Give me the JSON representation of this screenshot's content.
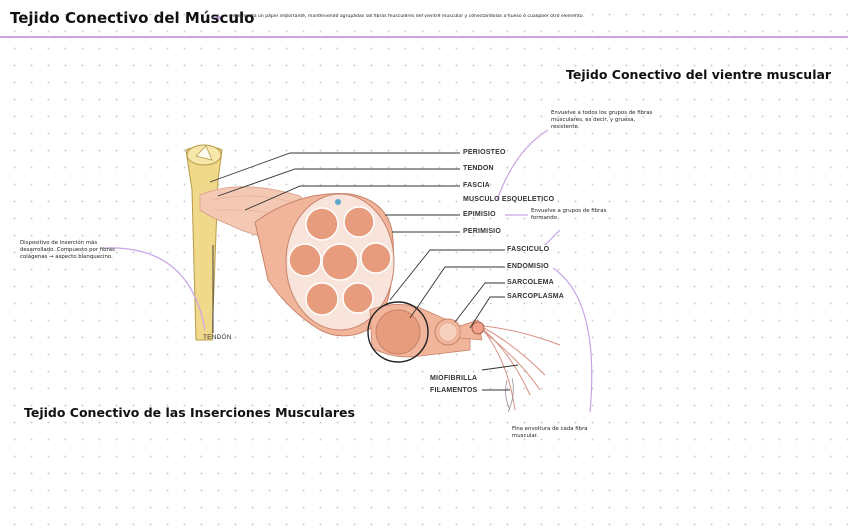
{
  "header": {
    "title": "Tejido Conectivo del Músculo",
    "arrow": "→",
    "subtitle": "Desempeña un papel importante, manteniendo agrupadas las fibras musculares del vientre muscular y conectándolas a hueso o cualquier otro elemento."
  },
  "section_belly": {
    "title": "Tejido Conectivo del vientre muscular"
  },
  "section_insertions": {
    "title": "Tejido Conectivo de las Inserciones Musculares"
  },
  "colors": {
    "accent": "#c9a3e6",
    "muscle": "#e9a88c",
    "bone": "#f1d98b"
  },
  "labels": [
    "PERIOSTEO",
    "TENDON",
    "FASCIA",
    "MUSCULO ESQUELETICO",
    "EPIMISIO",
    "PERIMISIO",
    "FASCICULO",
    "ENDOMISIO",
    "SARCOLEMA",
    "SARCOPLASMA",
    "MIOFIBRILLA",
    "FILAMENTOS",
    "TENDÓN"
  ],
  "notes": {
    "epimisio": "Envuelve a todos los grupos de fibras musculares, es decir, y gruesa, resistente.",
    "perimisio": "Envuelve a grupos de fibras formando",
    "endomisio": "Fina envoltura de cada fibra muscular.",
    "tendon": "Dispositivo de inserción más desarrollado. Compuesto por fibras colágenas → aspecto blanquecino."
  }
}
